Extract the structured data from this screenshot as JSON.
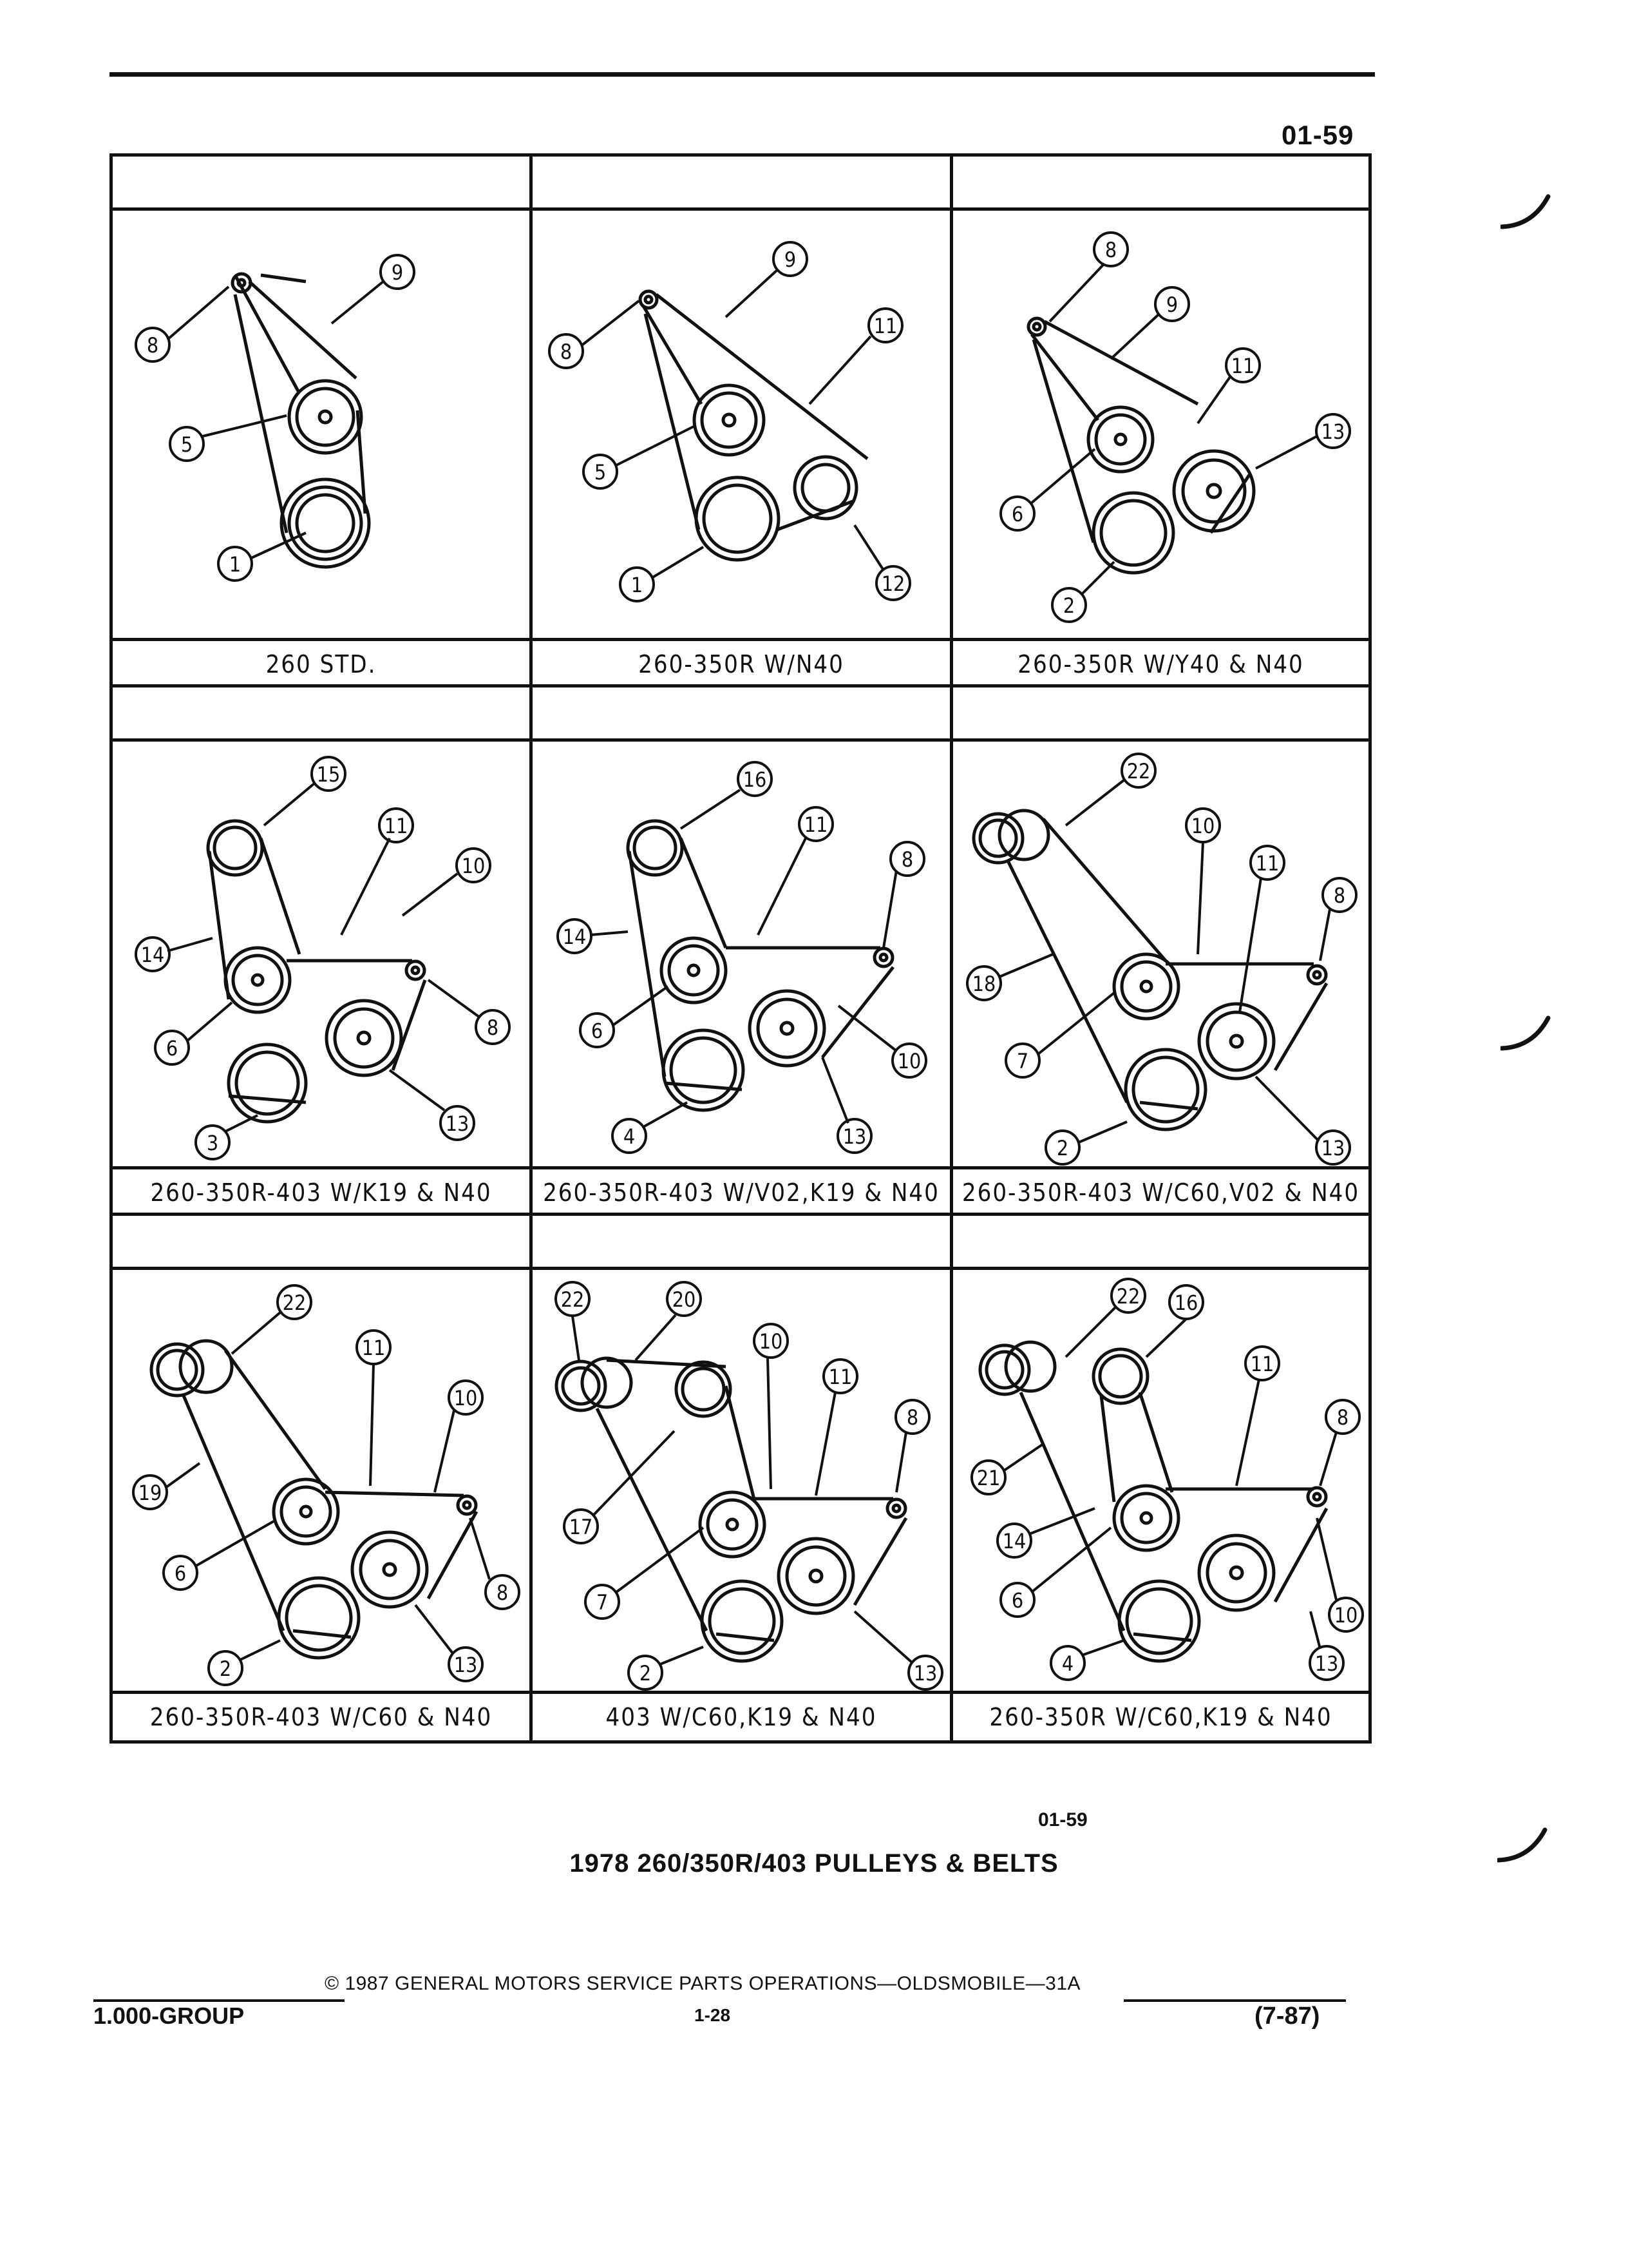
{
  "header": {
    "page_code": "01-59"
  },
  "cells": [
    {
      "caption": "260 STD.",
      "callouts": [
        "9",
        "8",
        "5",
        "1"
      ]
    },
    {
      "caption": "260-350R W/N40",
      "callouts": [
        "9",
        "11",
        "8",
        "5",
        "1",
        "12"
      ]
    },
    {
      "caption": "260-350R W/Y40 & N40",
      "callouts": [
        "8",
        "9",
        "11",
        "13",
        "6",
        "2"
      ]
    },
    {
      "caption": "260-350R-403 W/K19 & N40",
      "callouts": [
        "15",
        "11",
        "10",
        "14",
        "6",
        "8",
        "3",
        "13"
      ]
    },
    {
      "caption": "260-350R-403 W/V02,K19 & N40",
      "callouts": [
        "16",
        "11",
        "8",
        "14",
        "6",
        "10",
        "4",
        "13"
      ]
    },
    {
      "caption": "260-350R-403 W/C60,V02 & N40",
      "callouts": [
        "22",
        "10",
        "11",
        "8",
        "18",
        "7",
        "2",
        "13"
      ]
    },
    {
      "caption": "260-350R-403 W/C60 & N40",
      "callouts": [
        "22",
        "11",
        "10",
        "19",
        "6",
        "8",
        "2",
        "13"
      ]
    },
    {
      "caption": "403 W/C60,K19 & N40",
      "callouts": [
        "22",
        "20",
        "10",
        "11",
        "8",
        "17",
        "7",
        "2",
        "13"
      ]
    },
    {
      "caption": "260-350R W/C60,K19 & N40",
      "callouts": [
        "22",
        "16",
        "11",
        "8",
        "21",
        "14",
        "6",
        "10",
        "4",
        "13"
      ]
    }
  ],
  "footer": {
    "page_code": "01-59",
    "title": "1978 260/350R/403 PULLEYS & BELTS",
    "copyright": "© 1987 GENERAL MOTORS SERVICE PARTS OPERATIONS—OLDSMOBILE—31A",
    "group": "1.000-GROUP",
    "page_number": "1-28",
    "date": "(7-87)"
  }
}
